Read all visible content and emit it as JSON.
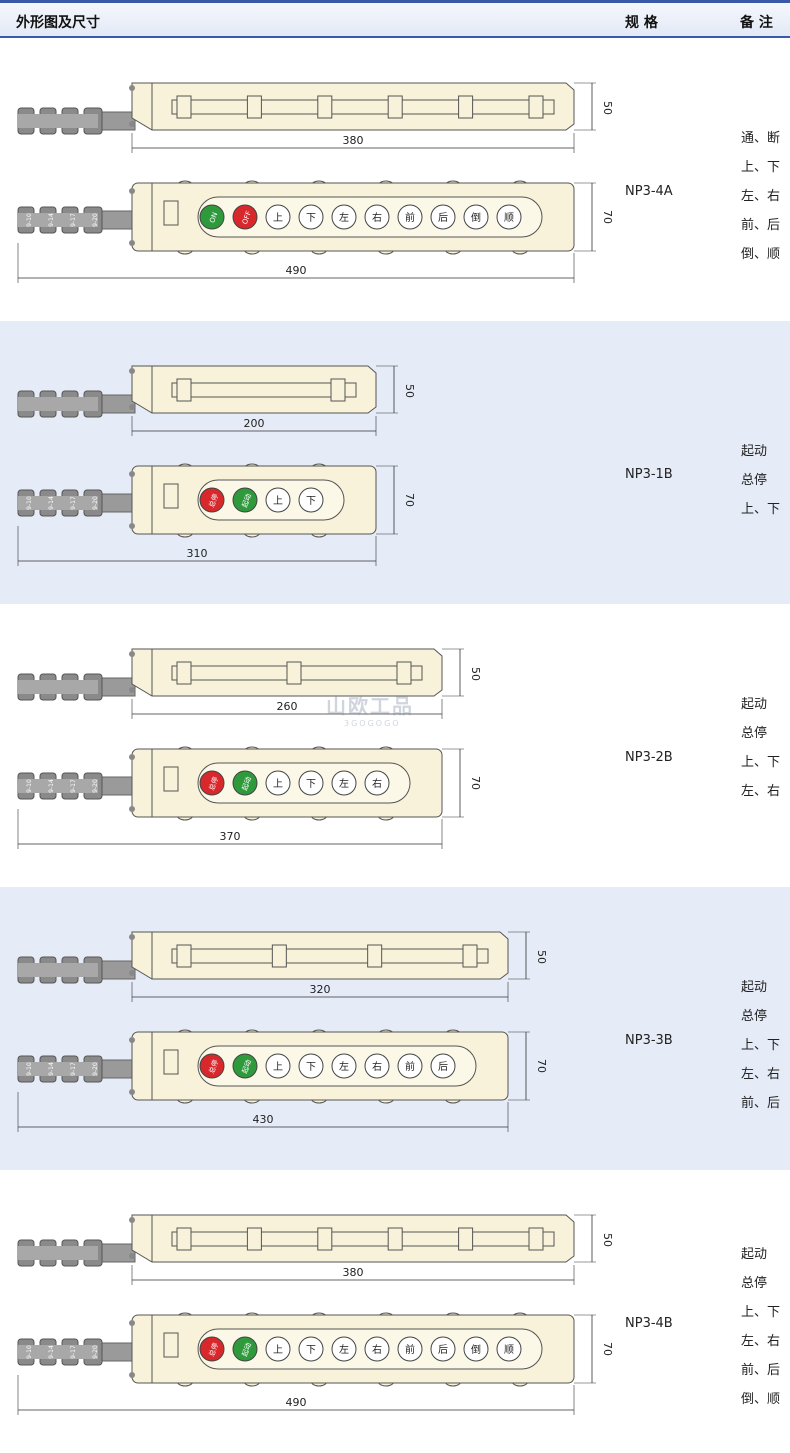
{
  "header": {
    "col1": "外形图及尺寸",
    "col2": "规 格",
    "col3": "备 注"
  },
  "cable_labels": [
    "9-10",
    "9-14",
    "9-17",
    "9-20"
  ],
  "watermark": {
    "line1": "山欧工品",
    "line2": "3GOGOGO"
  },
  "dims": {
    "height_side": "50",
    "height_front": "70"
  },
  "rows": [
    {
      "model": "NP3-4A",
      "side_length": "380",
      "front_length": "490",
      "notes": [
        "通、断",
        "上、下",
        "左、右",
        "前、后",
        "倒、顺"
      ],
      "buttons": [
        {
          "label": "ON",
          "color": "#2e9a3c"
        },
        {
          "label": "OFF",
          "color": "#d8282c"
        },
        {
          "label": "上",
          "color": "#ffffff"
        },
        {
          "label": "下",
          "color": "#ffffff"
        },
        {
          "label": "左",
          "color": "#ffffff"
        },
        {
          "label": "右",
          "color": "#ffffff"
        },
        {
          "label": "前",
          "color": "#ffffff"
        },
        {
          "label": "后",
          "color": "#ffffff"
        },
        {
          "label": "倒",
          "color": "#ffffff"
        },
        {
          "label": "顺",
          "color": "#ffffff"
        }
      ]
    },
    {
      "model": "NP3-1B",
      "side_length": "200",
      "front_length": "310",
      "notes": [
        "起动",
        "总停",
        "上、下"
      ],
      "buttons": [
        {
          "label": "总停",
          "color": "#d8282c"
        },
        {
          "label": "起动",
          "color": "#2e9a3c"
        },
        {
          "label": "上",
          "color": "#ffffff"
        },
        {
          "label": "下",
          "color": "#ffffff"
        }
      ]
    },
    {
      "model": "NP3-2B",
      "side_length": "260",
      "front_length": "370",
      "notes": [
        "起动",
        "总停",
        "上、下",
        "左、右"
      ],
      "buttons": [
        {
          "label": "总停",
          "color": "#d8282c"
        },
        {
          "label": "起动",
          "color": "#2e9a3c"
        },
        {
          "label": "上",
          "color": "#ffffff"
        },
        {
          "label": "下",
          "color": "#ffffff"
        },
        {
          "label": "左",
          "color": "#ffffff"
        },
        {
          "label": "右",
          "color": "#ffffff"
        }
      ]
    },
    {
      "model": "NP3-3B",
      "side_length": "320",
      "front_length": "430",
      "notes": [
        "起动",
        "总停",
        "上、下",
        "左、右",
        "前、后"
      ],
      "buttons": [
        {
          "label": "总停",
          "color": "#d8282c"
        },
        {
          "label": "起动",
          "color": "#2e9a3c"
        },
        {
          "label": "上",
          "color": "#ffffff"
        },
        {
          "label": "下",
          "color": "#ffffff"
        },
        {
          "label": "左",
          "color": "#ffffff"
        },
        {
          "label": "右",
          "color": "#ffffff"
        },
        {
          "label": "前",
          "color": "#ffffff"
        },
        {
          "label": "后",
          "color": "#ffffff"
        }
      ]
    },
    {
      "model": "NP3-4B",
      "side_length": "380",
      "front_length": "490",
      "notes": [
        "起动",
        "总停",
        "上、下",
        "左、右",
        "前、后",
        "倒、顺"
      ],
      "buttons": [
        {
          "label": "总停",
          "color": "#d8282c"
        },
        {
          "label": "起动",
          "color": "#2e9a3c"
        },
        {
          "label": "上",
          "color": "#ffffff"
        },
        {
          "label": "下",
          "color": "#ffffff"
        },
        {
          "label": "左",
          "color": "#ffffff"
        },
        {
          "label": "右",
          "color": "#ffffff"
        },
        {
          "label": "前",
          "color": "#ffffff"
        },
        {
          "label": "后",
          "color": "#ffffff"
        },
        {
          "label": "倒",
          "color": "#ffffff"
        },
        {
          "label": "顺",
          "color": "#ffffff"
        }
      ]
    }
  ]
}
